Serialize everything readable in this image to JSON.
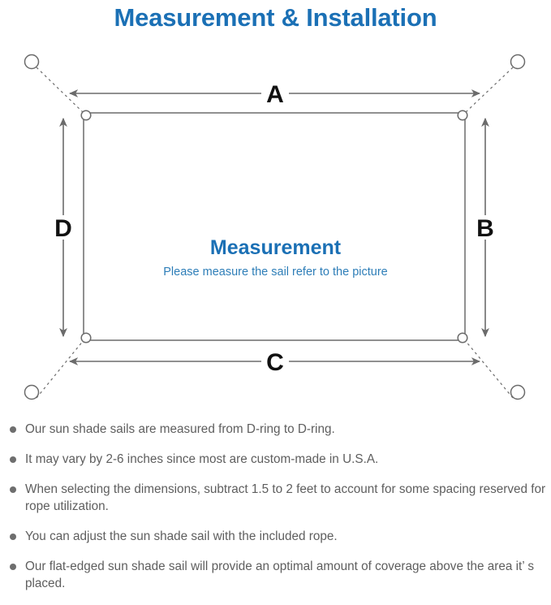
{
  "page": {
    "title": "Measurement & Installation",
    "title_color": "#1B70B5",
    "background_color": "#ffffff"
  },
  "diagram": {
    "name": "sun-shade-sail-measurement-diagram",
    "center_heading": "Measurement",
    "center_subtitle": "Please measure the sail refer to the picture",
    "center_heading_color": "#1B70B5",
    "center_subtitle_color": "#2E7EB8",
    "line_color": "#6b6b6b",
    "dimension_labels": {
      "top": "A",
      "right": "B",
      "bottom": "C",
      "left": "D"
    },
    "corner_rings": [
      {
        "name": "d-ring-top-left"
      },
      {
        "name": "d-ring-top-right"
      },
      {
        "name": "d-ring-bottom-left"
      },
      {
        "name": "d-ring-bottom-right"
      }
    ],
    "anchor_points": [
      {
        "name": "anchor-top-left"
      },
      {
        "name": "anchor-top-right"
      },
      {
        "name": "anchor-bottom-left"
      },
      {
        "name": "anchor-bottom-right"
      }
    ]
  },
  "notes": {
    "bullet_color": "#6e6e6e",
    "text_color": "#5e5e5e",
    "items": [
      "Our sun shade sails are measured from D-ring to D-ring.",
      "It may vary by 2-6 inches since most are custom-made in U.S.A.",
      "When selecting the dimensions, subtract 1.5 to 2 feet to account for some spacing reserved for rope utilization.",
      "You can adjust the sun shade sail with the included rope.",
      "Our flat-edged sun shade sail will provide an optimal amount of coverage above the area it’ s placed."
    ]
  }
}
